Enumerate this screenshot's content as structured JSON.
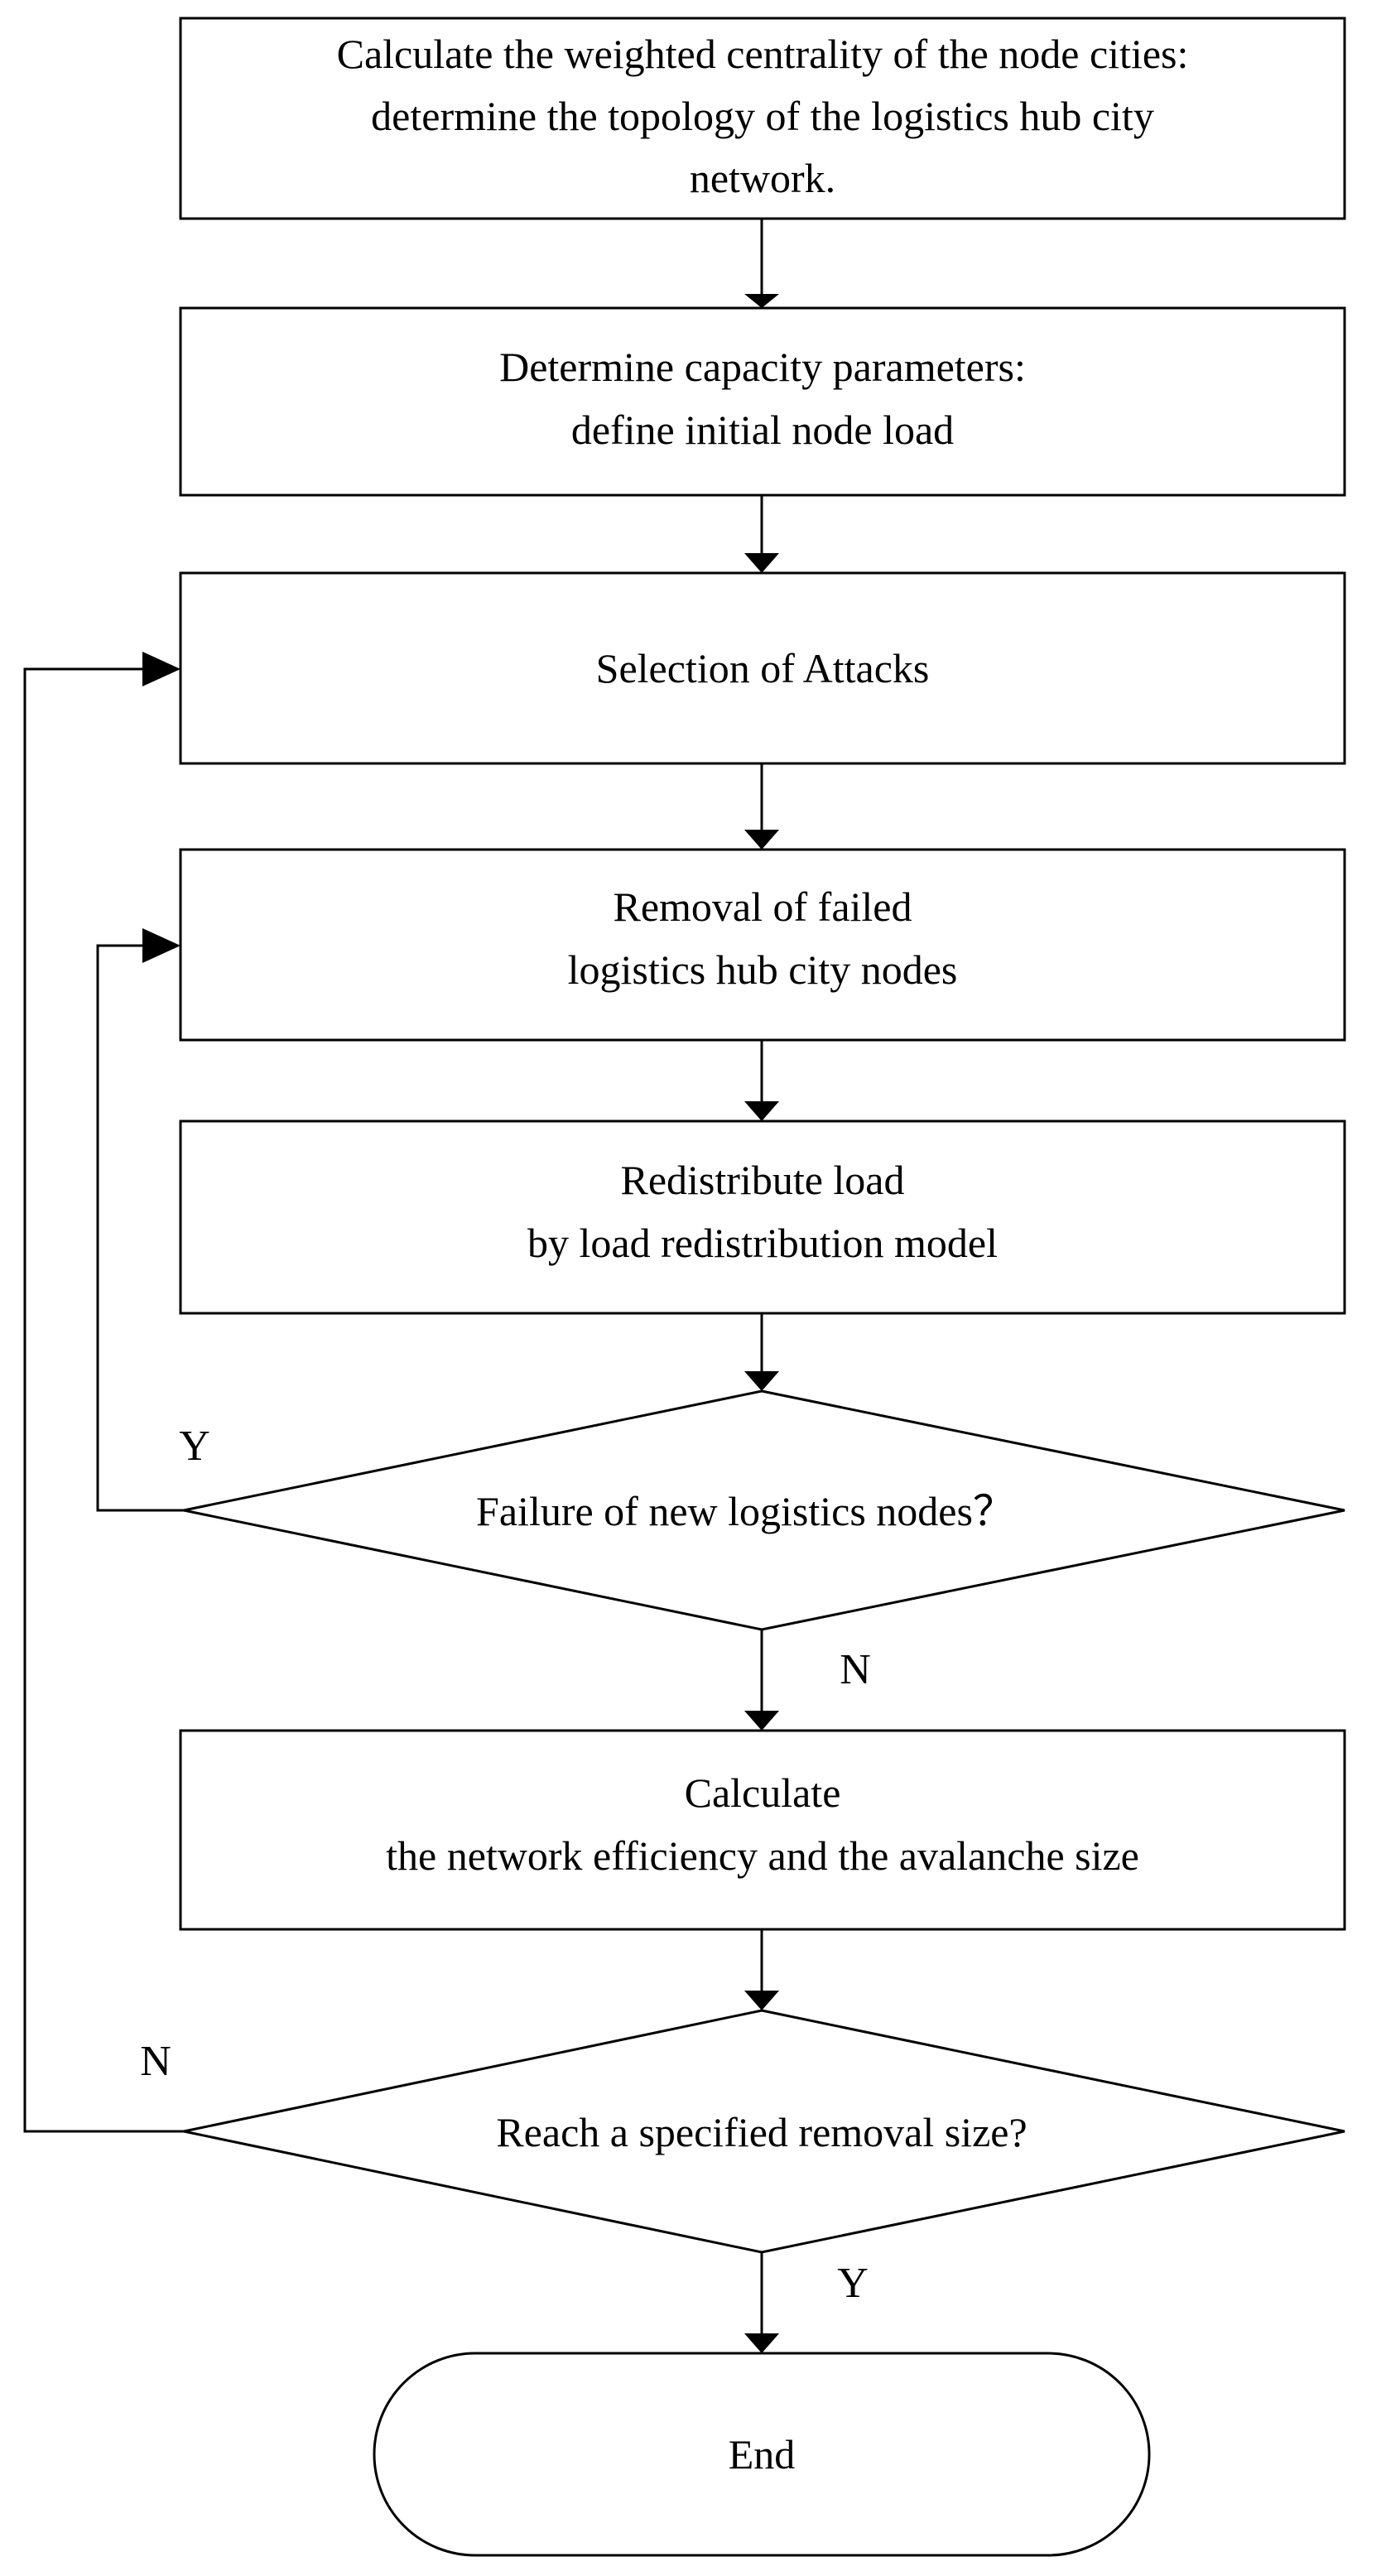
{
  "flowchart": {
    "steps": {
      "calc_centrality": {
        "lines": [
          "Calculate the weighted centrality of the node cities:",
          "determine the topology of the logistics hub city",
          "network."
        ]
      },
      "capacity_params": {
        "lines": [
          "Determine capacity parameters:",
          "define initial node load"
        ]
      },
      "select_attacks": {
        "lines": [
          "Selection of Attacks"
        ]
      },
      "remove_failed": {
        "lines": [
          "Removal of failed",
          "logistics hub city nodes"
        ]
      },
      "redistribute": {
        "lines": [
          "Redistribute load",
          "by load redistribution model"
        ]
      },
      "calc_efficiency": {
        "lines": [
          "Calculate",
          "the network efficiency and the avalanche size"
        ]
      }
    },
    "decisions": {
      "new_failures": {
        "question": "Failure of new logistics nodes？",
        "yes_label": "Y",
        "no_label": "N"
      },
      "removal_size": {
        "question": "Reach a specified removal size?",
        "yes_label": "Y",
        "no_label": "N"
      }
    },
    "terminal": {
      "end_label": "End"
    }
  }
}
